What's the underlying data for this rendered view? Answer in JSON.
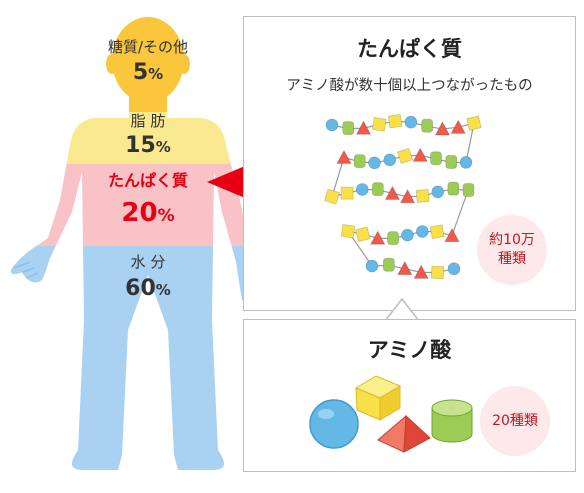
{
  "body": {
    "other": {
      "label": "糖質/その他",
      "value": "5",
      "unit": "%"
    },
    "fat": {
      "label": "脂 肪",
      "value": "15",
      "unit": "%"
    },
    "protein": {
      "label": "たんぱく質",
      "value": "20",
      "unit": "%"
    },
    "water": {
      "label": "水 分",
      "value": "60",
      "unit": "%"
    }
  },
  "protein_panel": {
    "title": "たんぱく質",
    "subtitle": "アミノ酸が数十個以上つながったもの",
    "badge_line1": "約10万",
    "badge_line2": "種類"
  },
  "amino_panel": {
    "title": "アミノ酸",
    "badge": "20種類"
  },
  "colors": {
    "skin": "#f9c63c",
    "fat": "#fbe98f",
    "protein": "#f8c2c7",
    "water": "#a9d2f2",
    "accent_red": "#e60012",
    "sphere_blue": "#63b8e6",
    "cube_yellow": "#f8e046",
    "pyramid_red": "#ef5a4a",
    "cylinder_green": "#9ccc55"
  }
}
